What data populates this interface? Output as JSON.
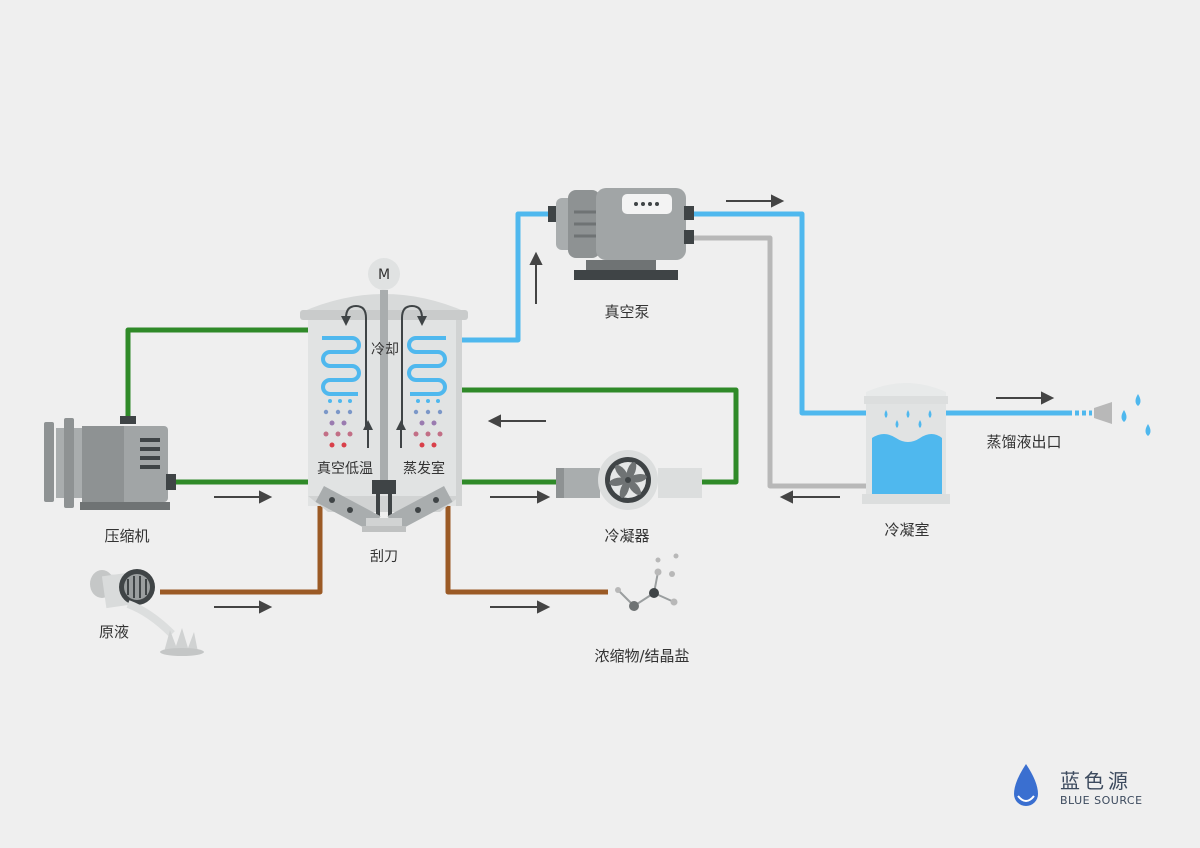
{
  "labels": {
    "compressor": "压缩机",
    "raw_liquid": "原液",
    "motor": "M",
    "cooling": "冷却",
    "vacuum_low_temp": "真空低温",
    "evaporation_chamber": "蒸发室",
    "scraper": "刮刀",
    "vacuum_pump": "真空泵",
    "condenser": "冷凝器",
    "concentrate": "浓缩物/结晶盐",
    "condensing_chamber": "冷凝室",
    "distillate_outlet": "蒸馏液出口"
  },
  "brand": {
    "name_cn": "蓝色源",
    "name_en": "BLUE SOURCE"
  },
  "colors": {
    "background": "#efefef",
    "water_line": "#4fb8ee",
    "refrigerant_line": "#2f8a28",
    "liquid_line": "#9b5a25",
    "return_line": "#b8b8b8",
    "machine_gray": "#8e9293",
    "dark": "#3f4446"
  }
}
